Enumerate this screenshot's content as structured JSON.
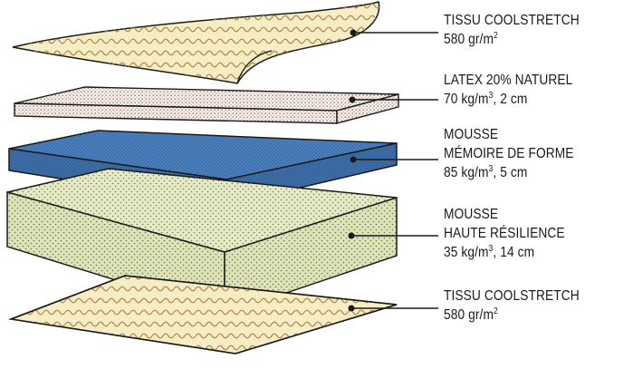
{
  "colors": {
    "fabric": "#f7edc4",
    "fabric_wave": "#b08a52",
    "latex_dots": "#b88379",
    "memory_foam": "#4c80bd",
    "memory_foam_dark": "#3f6fa8",
    "resilience_foam": "#e7ebc3",
    "resilience_dots": "#74786a",
    "outline": "#1a1a1a"
  },
  "layers": [
    {
      "id": "top-fabric",
      "lines": [
        {
          "text": "TISSU COOLSTRETCH"
        },
        {
          "pre": "580 gr/m",
          "sup": "2",
          "post": ""
        }
      ]
    },
    {
      "id": "latex",
      "lines": [
        {
          "text": "LATEX 20% NATUREL"
        },
        {
          "pre": "70 kg/m",
          "sup": "3",
          "post": ", 2 cm"
        }
      ]
    },
    {
      "id": "memory-foam",
      "lines": [
        {
          "text": "MOUSSE"
        },
        {
          "text": "MÉMOIRE DE FORME"
        },
        {
          "pre": "85 kg/m",
          "sup": "3",
          "post": ", 5 cm"
        }
      ]
    },
    {
      "id": "resilience-foam",
      "lines": [
        {
          "text": "MOUSSE"
        },
        {
          "text": "HAUTE RÉSILIENCE"
        },
        {
          "pre": "35 kg/m",
          "sup": "3",
          "post": ", 14 cm"
        }
      ]
    },
    {
      "id": "bottom-fabric",
      "lines": [
        {
          "text": "TISSU COOLSTRETCH"
        },
        {
          "pre": "580 gr/m",
          "sup": "2",
          "post": ""
        }
      ]
    }
  ]
}
